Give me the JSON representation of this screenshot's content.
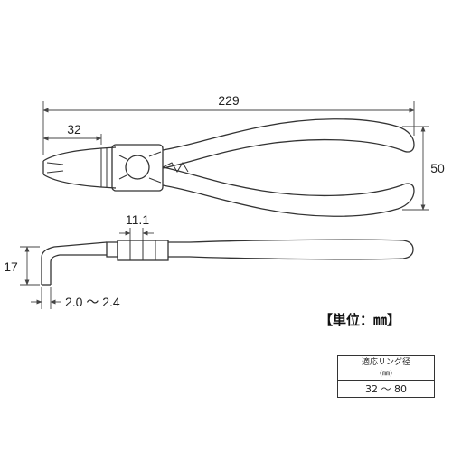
{
  "dimensions": {
    "overall_length": "229",
    "tip_length": "32",
    "height": "50",
    "joint_width": "11.1",
    "tip_bend": "17",
    "tip_diameter": "2.0 ～ 2.4"
  },
  "unit_label": "【単位：㎜】",
  "spec_table": {
    "header": "適応リング径",
    "header_unit": "(㎜)",
    "value": "32 ～ 80"
  },
  "colors": {
    "line": "#333333",
    "dimension": "#444444"
  }
}
